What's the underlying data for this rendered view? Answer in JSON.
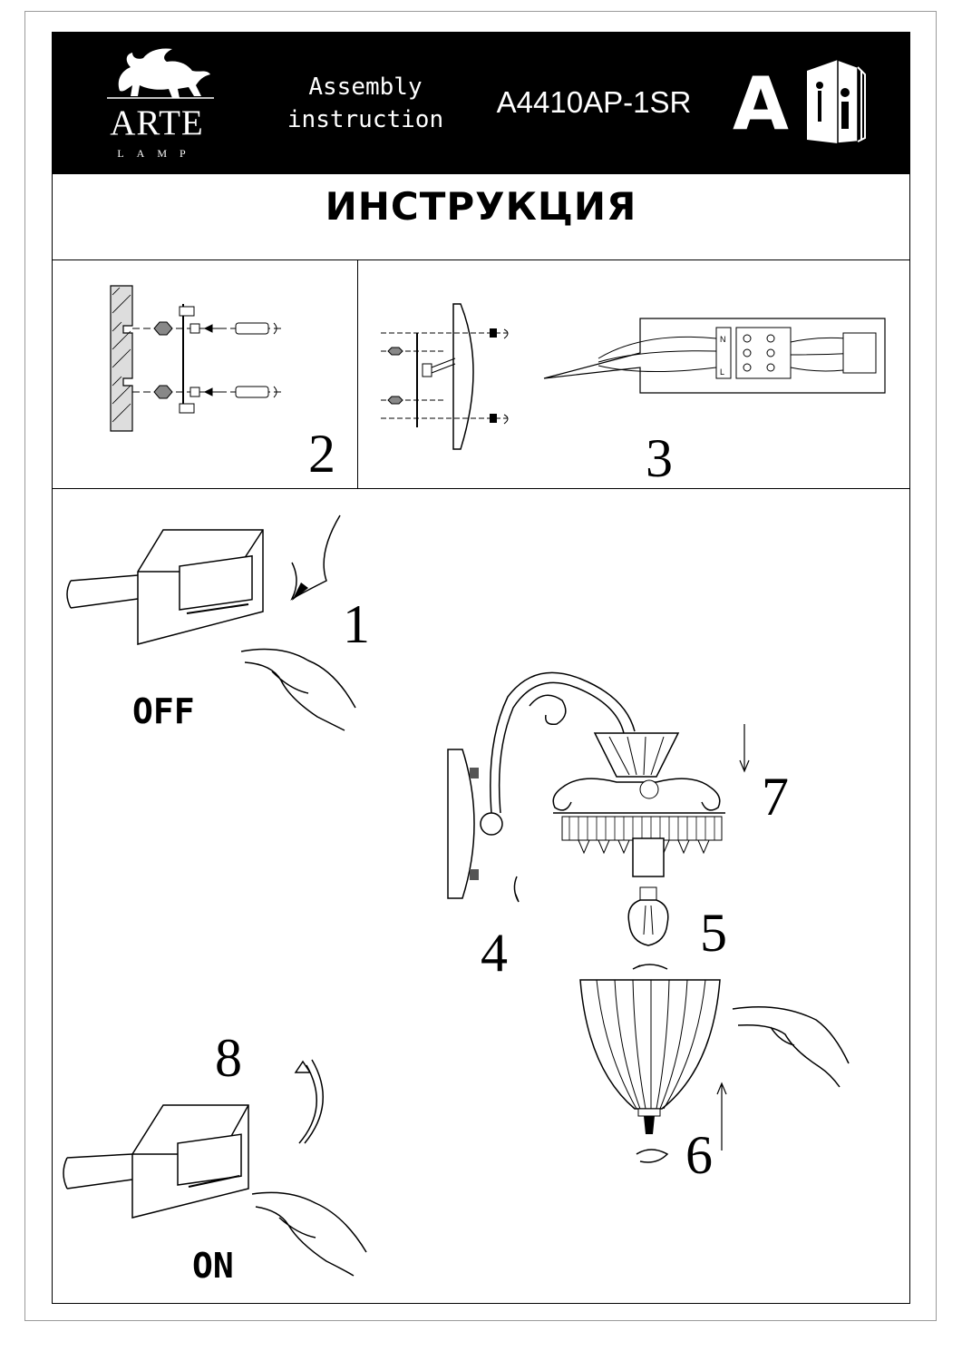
{
  "header": {
    "brand_name": "ARTE",
    "brand_sub": "LAMP",
    "doc_type": "Assembly\ninstruction",
    "model": "A4410AP-1SR",
    "letter": "A",
    "manual_icon": "manual-info-icon"
  },
  "title": "ИНСТРУКЦИЯ",
  "steps": {
    "s1": "1",
    "s2": "2",
    "s3": "3",
    "s4": "4",
    "s5": "5",
    "s6": "6",
    "s7": "7",
    "s8": "8"
  },
  "switch_states": {
    "off": "OFF",
    "on": "ON"
  },
  "terminal_block": {
    "n": "N",
    "l": "L"
  }
}
